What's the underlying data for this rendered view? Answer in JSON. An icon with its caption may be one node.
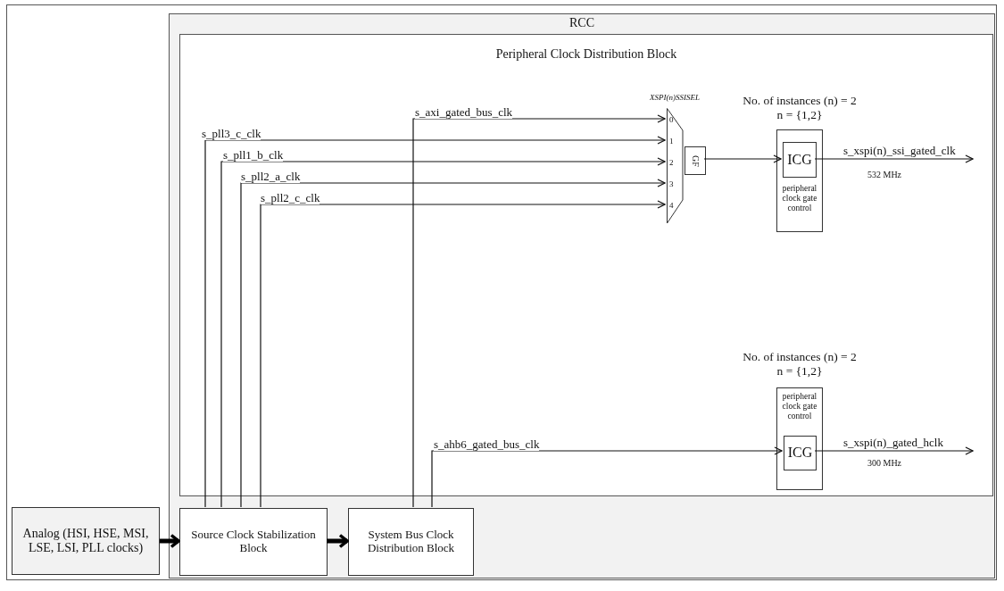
{
  "diagram": {
    "nodes": [
      {
        "text": [
          "RCC"
        ]
      },
      {
        "text": [
          "Peripheral Clock Distribution Block"
        ],
        "in": 0
      },
      {
        "text": [
          "XSPI(n)SSISEL",
          "0",
          "1",
          "2",
          "3",
          "4"
        ],
        "in": 1
      },
      {
        "text": [
          "GF"
        ],
        "in": 1
      },
      {
        "text": [
          "No. of instances (n) = 2",
          "n = {1,2}",
          "peripheral clock gate control"
        ],
        "in": 1
      },
      {
        "text": [
          "ICG"
        ],
        "in": 4
      },
      {
        "text": [
          "No. of instances (n) = 2",
          "n = {1,2}",
          "peripheral clock gate control"
        ],
        "in": 1
      },
      {
        "text": [
          "ICG"
        ],
        "in": 6
      },
      {
        "text": [
          "Analog (HSI, HSE, MSI, LSE, LSI, PLL clocks)"
        ]
      },
      {
        "text": [
          "Source Clock Stabilization Block"
        ],
        "in": 0
      },
      {
        "text": [
          "System Bus Clock Distribution Block"
        ],
        "in": 0
      }
    ],
    "edges": [
      {
        "from": 9,
        "to": 2,
        "arrow": "to",
        "label": "s_pll3_c_clk"
      },
      {
        "from": 9,
        "to": 2,
        "arrow": "to",
        "label": "s_pll1_b_clk"
      },
      {
        "from": 9,
        "to": 2,
        "arrow": "to",
        "label": "s_pll2_a_clk"
      },
      {
        "from": 9,
        "to": 2,
        "arrow": "to",
        "label": "s_pll2_c_clk"
      },
      {
        "from": 10,
        "to": 2,
        "arrow": "to",
        "label": "s_axi_gated_bus_clk"
      },
      {
        "from": 3,
        "to": 5,
        "arrow": "to"
      },
      {
        "from": 5,
        "to": null,
        "arrow": "to",
        "label": "s_xspi(n)_ssi_gated_clk"
      },
      {
        "from": 10,
        "to": 7,
        "arrow": "to",
        "label": "s_ahb6_gated_bus_clk"
      },
      {
        "from": 7,
        "to": null,
        "arrow": "to",
        "label": "s_xspi(n)_gated_hclk"
      },
      {
        "from": 8,
        "to": 9,
        "arrow": "to",
        "style": "thick"
      },
      {
        "from": 9,
        "to": 10,
        "arrow": "to",
        "style": "thick"
      }
    ],
    "labels": [
      "532 MHz",
      "300 MHz"
    ]
  }
}
